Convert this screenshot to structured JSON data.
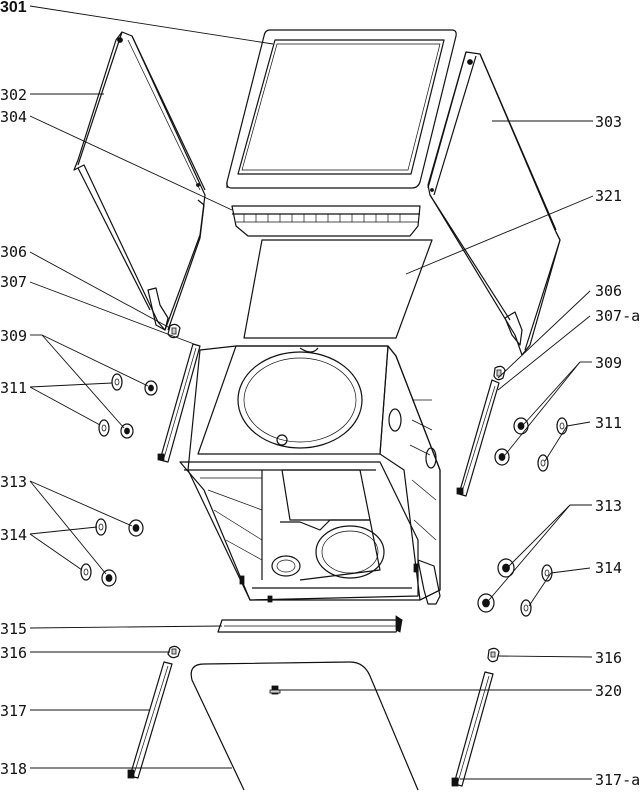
{
  "diagram": {
    "labels": [
      {
        "id": "301",
        "text": "301"
      },
      {
        "id": "302",
        "text": "302"
      },
      {
        "id": "304",
        "text": "304"
      },
      {
        "id": "303",
        "text": "303"
      },
      {
        "id": "321",
        "text": "321"
      },
      {
        "id": "306-left",
        "text": "306"
      },
      {
        "id": "307",
        "text": "307"
      },
      {
        "id": "306-right",
        "text": "306"
      },
      {
        "id": "307-a",
        "text": "307-a"
      },
      {
        "id": "309-left",
        "text": "309"
      },
      {
        "id": "309-right",
        "text": "309"
      },
      {
        "id": "311-left",
        "text": "311"
      },
      {
        "id": "311-right",
        "text": "311"
      },
      {
        "id": "313-left",
        "text": "313"
      },
      {
        "id": "313-right",
        "text": "313"
      },
      {
        "id": "314-left",
        "text": "314"
      },
      {
        "id": "314-right",
        "text": "314"
      },
      {
        "id": "315",
        "text": "315"
      },
      {
        "id": "316-left",
        "text": "316"
      },
      {
        "id": "316-right",
        "text": "316"
      },
      {
        "id": "317",
        "text": "317"
      },
      {
        "id": "320",
        "text": "320"
      },
      {
        "id": "318",
        "text": "318"
      },
      {
        "id": "317-a-bottom",
        "text": "317-a"
      }
    ]
  }
}
